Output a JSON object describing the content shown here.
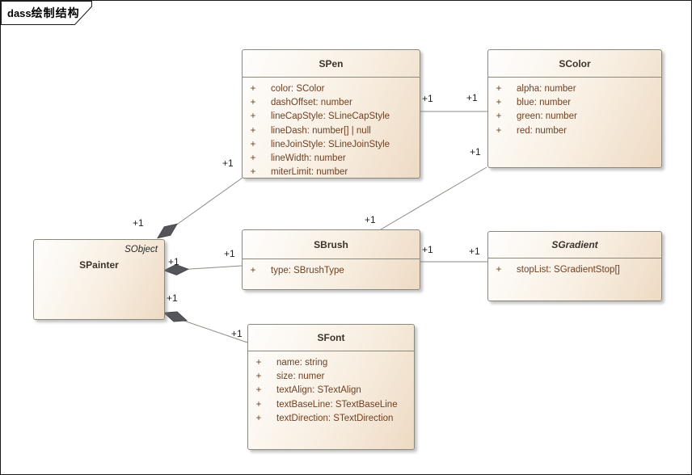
{
  "frame": {
    "title_prefix": "dass",
    "title_main": "绘制结构"
  },
  "colors": {
    "box_border": "#8a897d",
    "box_fill_start": "#fffefd",
    "box_fill_end": "#eedac3",
    "attr_text": "#6f4023",
    "title_text": "#3a342c",
    "line": "#8b8b83",
    "diamond": "#55565a",
    "label_text": "#1f1f1f"
  },
  "classes": [
    {
      "name": "SPen",
      "abstract": false,
      "annotation": "",
      "attributes": [
        {
          "visibility": "+",
          "text": "color: SColor"
        },
        {
          "visibility": "+",
          "text": "dashOffset: number"
        },
        {
          "visibility": "+",
          "text": "lineCapStyle: SLineCapStyle"
        },
        {
          "visibility": "+",
          "text": "lineDash: number[] | null"
        },
        {
          "visibility": "+",
          "text": "lineJoinStyle: SLineJoinStyle"
        },
        {
          "visibility": "+",
          "text": "lineWidth: number"
        },
        {
          "visibility": "+",
          "text": "miterLimit: number"
        }
      ]
    },
    {
      "name": "SColor",
      "abstract": false,
      "annotation": "",
      "attributes": [
        {
          "visibility": "+",
          "text": "alpha: number"
        },
        {
          "visibility": "+",
          "text": "blue: number"
        },
        {
          "visibility": "+",
          "text": "green: number"
        },
        {
          "visibility": "+",
          "text": "red: number"
        }
      ]
    },
    {
      "name": "SPainter",
      "abstract": false,
      "annotation": "SObject",
      "attributes": []
    },
    {
      "name": "SBrush",
      "abstract": false,
      "annotation": "",
      "attributes": [
        {
          "visibility": "+",
          "text": "type: SBrushType"
        }
      ]
    },
    {
      "name": "SGradient",
      "abstract": true,
      "annotation": "",
      "attributes": [
        {
          "visibility": "+",
          "text": "stopList: SGradientStop[]"
        }
      ]
    },
    {
      "name": "SFont",
      "abstract": false,
      "annotation": "",
      "attributes": [
        {
          "visibility": "+",
          "text": "name: string"
        },
        {
          "visibility": "+",
          "text": "size: numer"
        },
        {
          "visibility": "+",
          "text": "textAlign: STextAlign"
        },
        {
          "visibility": "+",
          "text": "textBaseLine: STextBaseLine"
        },
        {
          "visibility": "+",
          "text": "textDirection: STextDirection"
        }
      ]
    }
  ],
  "connections": [
    {
      "source": "SPainter",
      "target": "SPen",
      "type": "composition",
      "source_label": "+1",
      "target_label": "+1"
    },
    {
      "source": "SPainter",
      "target": "SBrush",
      "type": "composition",
      "source_label": "+1",
      "target_label": "+1"
    },
    {
      "source": "SPainter",
      "target": "SFont",
      "type": "composition",
      "source_label": "+1",
      "target_label": "+1"
    },
    {
      "source": "SPen",
      "target": "SColor",
      "type": "association",
      "source_label": "+1",
      "target_label": "+1"
    },
    {
      "source": "SBrush",
      "target": "SColor",
      "type": "association",
      "source_label": "+1",
      "target_label": "+1"
    },
    {
      "source": "SBrush",
      "target": "SGradient",
      "type": "association",
      "source_label": "+1",
      "target_label": "+1"
    }
  ]
}
